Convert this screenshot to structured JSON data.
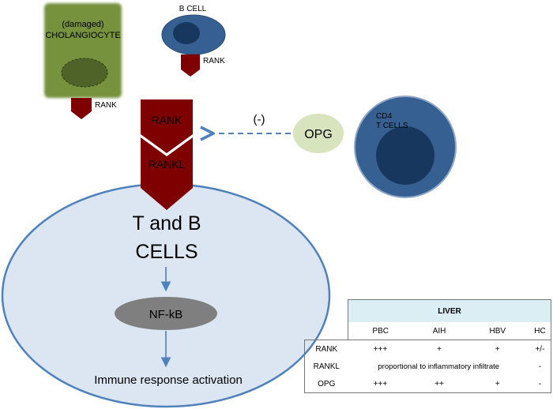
{
  "cholangiocyte": {
    "line1": "(damaged)",
    "line2": "CHOLANGIOCYTE",
    "rank_label": "RANK"
  },
  "b_cell": {
    "label": "B CELL",
    "rank_label": "RANK"
  },
  "receptor": {
    "rank_label": "RANK",
    "rankl_label": "RANKL"
  },
  "inhibition": {
    "label": "(-)"
  },
  "opg": {
    "label": "OPG"
  },
  "cd4_cell": {
    "line1": "CD4",
    "line2": "T CELLS"
  },
  "tb_cell": {
    "line1": "T and B",
    "line2": "CELLS"
  },
  "nfkb": {
    "label": "NF-kB"
  },
  "immune": {
    "label": "Immune response activation"
  },
  "colors": {
    "cholangiocyte": "#76923c",
    "nucleus_green": "#4f6228",
    "b_cell": "#376092",
    "nucleus_dark": "#17375e",
    "receptor": "#7f0000",
    "opg": "#d7e4bd",
    "tb_cell": "#dce6f2",
    "tb_border": "#4f81bd",
    "nfkb": "#7f7f7f",
    "table_header": "#dbeef3"
  },
  "table": {
    "title": "LIVER",
    "columns": [
      "PBC",
      "AIH",
      "HBV",
      "HC"
    ],
    "rows": [
      {
        "label": "RANK",
        "values": [
          "+++",
          "+",
          "+",
          "+/-"
        ]
      },
      {
        "label": "RANKL",
        "span_text": "proportional to inflammatory infiltrate",
        "last": "-"
      },
      {
        "label": "OPG",
        "values": [
          "+++",
          "++",
          "+",
          "-"
        ]
      }
    ]
  }
}
